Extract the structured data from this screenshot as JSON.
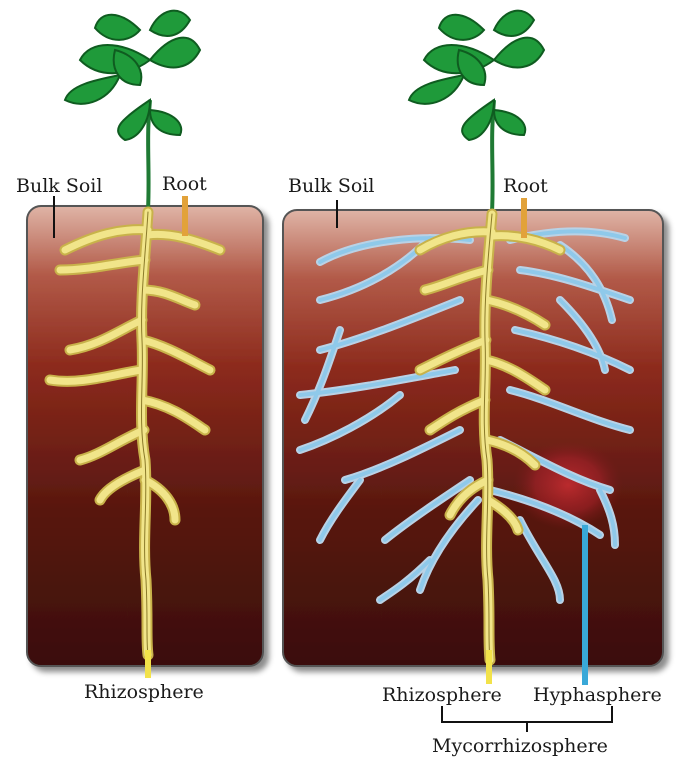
{
  "labels": {
    "left_bulk_soil": "Bulk Soil",
    "left_root": "Root",
    "left_rhizosphere": "Rhizosphere",
    "right_bulk_soil": "Bulk Soil",
    "right_root": "Root",
    "right_rhizosphere": "Rhizosphere",
    "right_hyphasphere": "Hyphasphere",
    "mycorrhizosphere": "Mycorrhizosphere"
  },
  "colors": {
    "soil_top": "#d9a99a",
    "soil_mid": "#8a2a1c",
    "soil_bottom": "#3a0e0a",
    "root_fill": "#f1e58a",
    "root_outline": "#c8b24a",
    "hyphae": "#8fc9ea",
    "hyphae_halo": "#b9d2e6",
    "leaf": "#1f9a3a",
    "leaf_dark": "#0f5c20",
    "root_marker": "#e2a23a",
    "rhizo_marker": "#f2e24a",
    "hypha_marker": "#39a8d8",
    "spore_cluster": "#c0282c"
  }
}
